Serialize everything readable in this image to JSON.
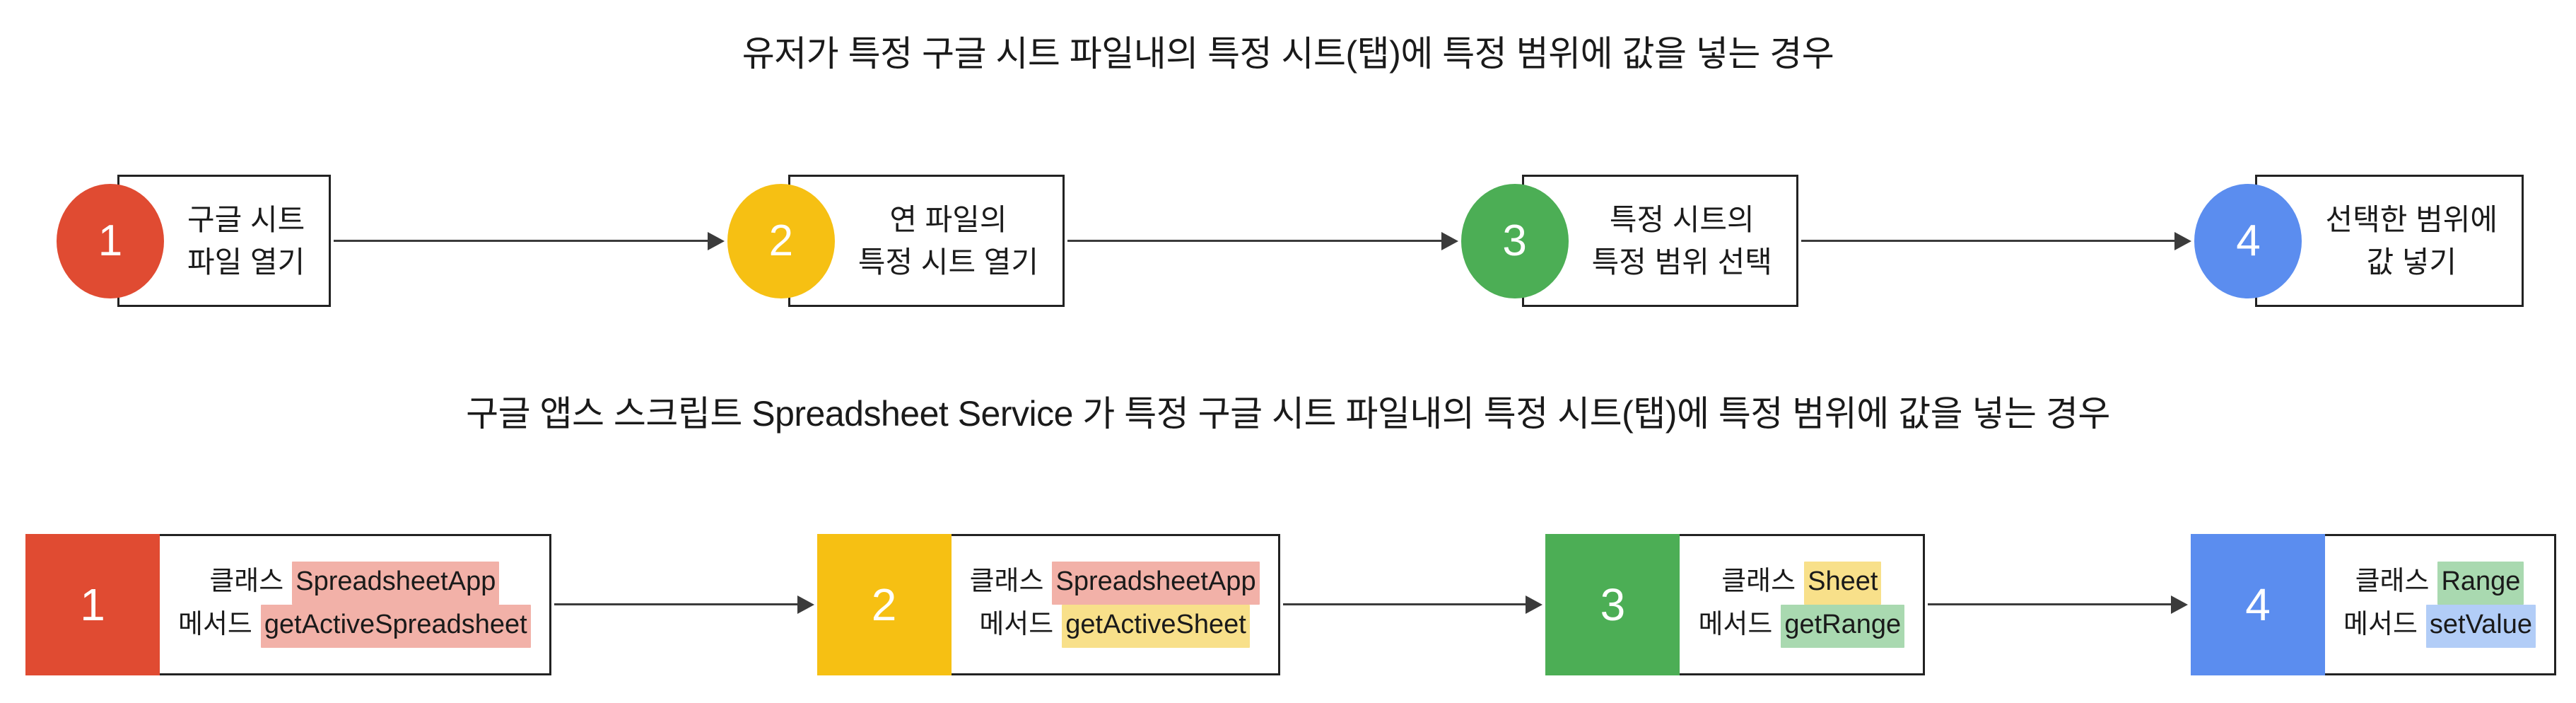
{
  "titles": {
    "user_flow": "유저가 특정 구글 시트 파일내의 특정 시트(탭)에 특정 범위에 값을 넣는 경우",
    "api_flow": "구글 앱스 스크립트 Spreadsheet Service 가 특정 구글 시트 파일내의 특정 시트(탭)에 특정 범위에 값을 넣는 경우"
  },
  "colors": {
    "red": "#E04B32",
    "yellow": "#F6C013",
    "green": "#4CAE55",
    "blue": "#5B8DEF",
    "box_border": "#222222",
    "arrow": "#3B3B3B",
    "highlight_pink": "#F2B1A8",
    "highlight_yellow": "#F8E08A",
    "highlight_green": "#A9D9B0",
    "highlight_blue": "#B2CDF7"
  },
  "user_flow": {
    "steps": [
      {
        "number": "1",
        "color": "#E04B32",
        "line1": "구글 시트",
        "line2": "파일 열기"
      },
      {
        "number": "2",
        "color": "#F6C013",
        "line1": "연 파일의",
        "line2": "특정 시트 열기"
      },
      {
        "number": "3",
        "color": "#4CAE55",
        "line1": "특정 시트의",
        "line2": "특정 범위 선택"
      },
      {
        "number": "4",
        "color": "#5B8DEF",
        "line1": "선택한 범위에",
        "line2": "값 넣기"
      }
    ]
  },
  "api_flow": {
    "label_class": "클래스",
    "label_method": "메서드",
    "steps": [
      {
        "number": "1",
        "color": "#E04B32",
        "class_name": "SpreadsheetApp",
        "class_highlight": "#F2B1A8",
        "method_name": "getActiveSpreadsheet",
        "method_highlight": "#F2B1A8"
      },
      {
        "number": "2",
        "color": "#F6C013",
        "class_name": "SpreadsheetApp",
        "class_highlight": "#F2B1A8",
        "method_name": "getActiveSheet",
        "method_highlight": "#F8E08A"
      },
      {
        "number": "3",
        "color": "#4CAE55",
        "class_name": "Sheet",
        "class_highlight": "#F8E08A",
        "method_name": "getRange",
        "method_highlight": "#A9D9B0"
      },
      {
        "number": "4",
        "color": "#5B8DEF",
        "class_name": "Range",
        "class_highlight": "#A9D9B0",
        "method_name": "setValue",
        "method_highlight": "#B2CDF7"
      }
    ]
  }
}
